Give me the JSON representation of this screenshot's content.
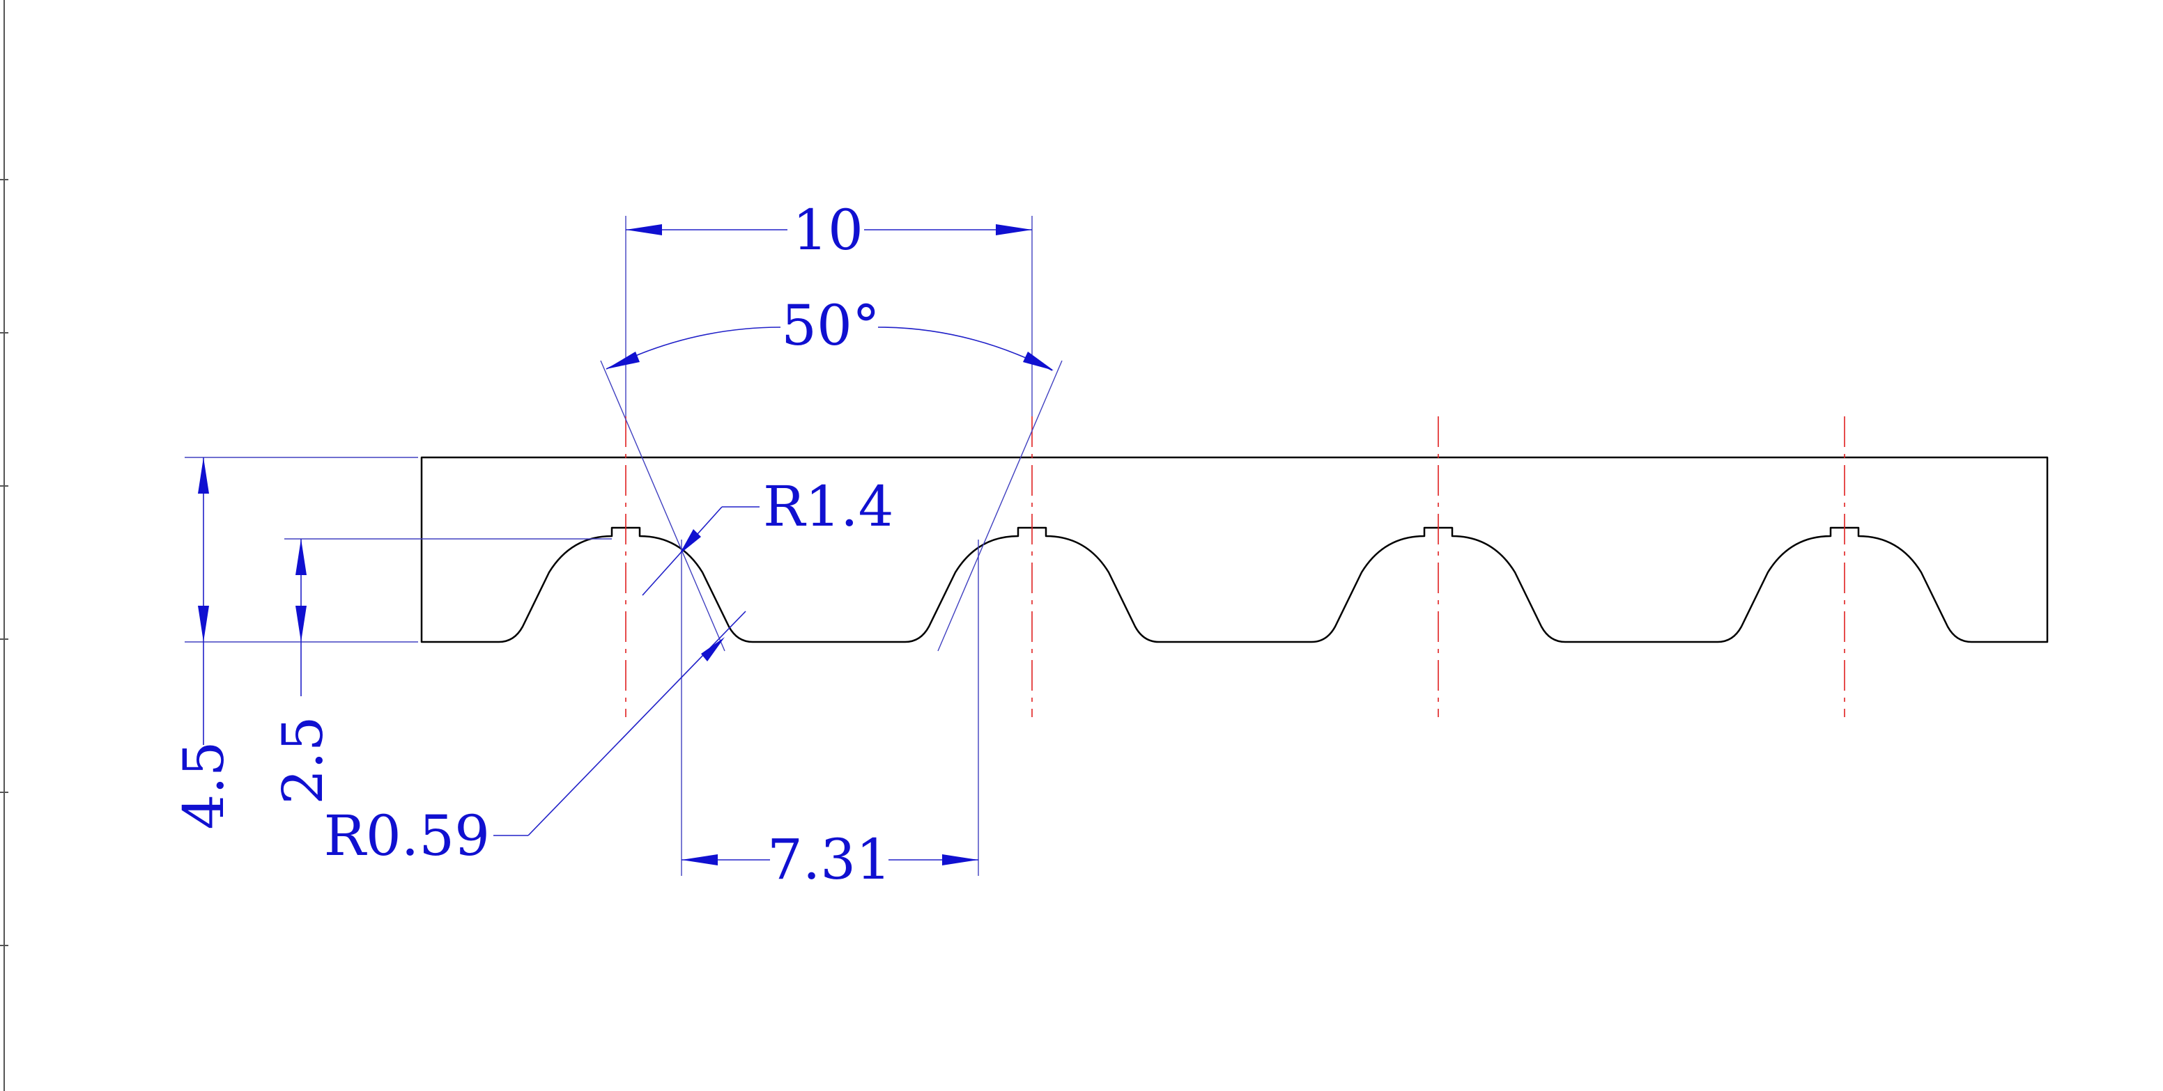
{
  "diagram": {
    "colors": {
      "profile": "#000000",
      "dimension": "#1010d0",
      "centerline": "#e02020"
    },
    "dimensions": {
      "pitch": "10",
      "angle": "50°",
      "tooth_radius": "R1.4",
      "root_radius": "R0.59",
      "total_height": "4.5",
      "tooth_height": "2.5",
      "tooth_width": "7.31"
    }
  }
}
